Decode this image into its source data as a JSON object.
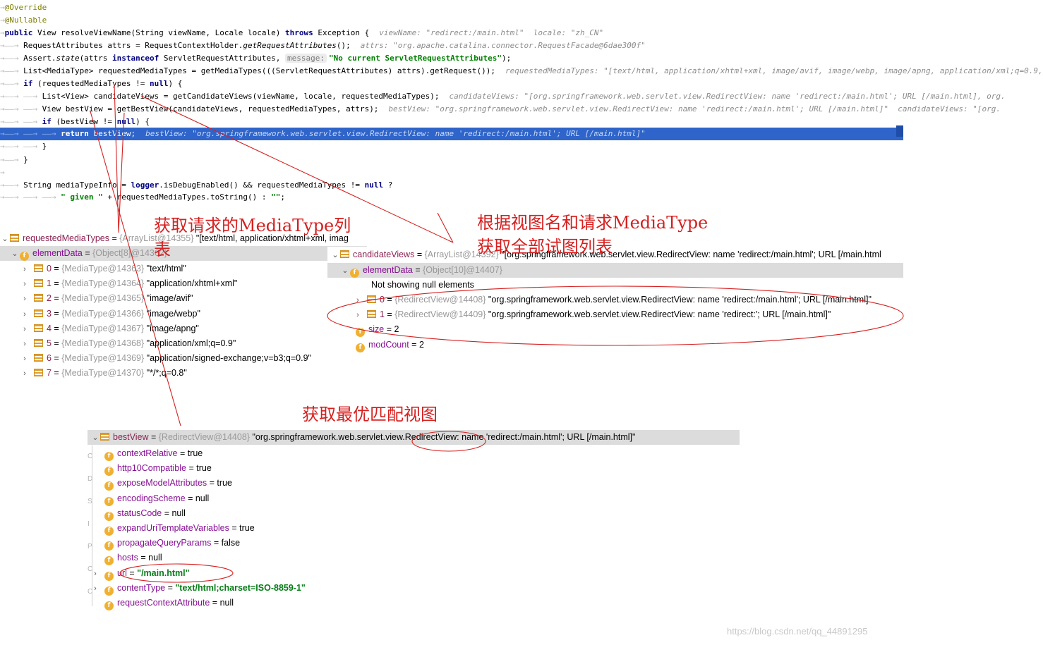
{
  "editor": {
    "lines": [
      [
        {
          "t": "@Override",
          "c": "ann"
        }
      ],
      [
        {
          "t": "@Nullable",
          "c": "ann"
        }
      ],
      [
        {
          "t": "public",
          "c": "kw"
        },
        {
          "t": " View resolveViewName(String viewName, Locale locale) "
        },
        {
          "t": "throws",
          "c": "kw"
        },
        {
          "t": " Exception {"
        },
        {
          "t": "viewName: \"redirect:/main.html\"  locale: \"zh_CN\"",
          "c": "hint"
        }
      ],
      [
        {
          "t": "RequestAttributes attrs = RequestContextHolder."
        },
        {
          "t": "getRequestAttributes",
          "c": "it"
        },
        {
          "t": "();"
        },
        {
          "t": "attrs: \"org.apache.catalina.connector.RequestFacade@6dae300f\"",
          "c": "hint"
        }
      ],
      [
        {
          "t": "Assert."
        },
        {
          "t": "state",
          "c": "it"
        },
        {
          "t": "(attrs "
        },
        {
          "t": "instanceof",
          "c": "kw"
        },
        {
          "t": " ServletRequestAttributes, "
        },
        {
          "t": "message:",
          "c": "pill"
        },
        {
          "t": "\"No current ServletRequestAttributes\"",
          "c": "str"
        },
        {
          "t": ");"
        }
      ],
      [
        {
          "t": "List<MediaType> requestedMediaTypes = getMediaTypes(((ServletRequestAttributes) attrs).getRequest());"
        },
        {
          "t": "requestedMediaTypes: \"[text/html, application/xhtml+xml, image/avif, image/webp, image/apng, application/xml;q=0.9,",
          "c": "hint"
        }
      ],
      [
        {
          "t": "if",
          "c": "kw"
        },
        {
          "t": " (requestedMediaTypes != "
        },
        {
          "t": "null",
          "c": "kw"
        },
        {
          "t": ") {"
        }
      ],
      [
        {
          "t": "List<View> candidateViews = getCandidateViews(viewName, locale, requestedMediaTypes);"
        },
        {
          "t": "candidateViews: \"[org.springframework.web.servlet.view.RedirectView: name 'redirect:/main.html'; URL [/main.html], org.",
          "c": "hint"
        }
      ],
      [
        {
          "t": "View bestView = getBestView(candidateViews, requestedMediaTypes, attrs);"
        },
        {
          "t": "bestView: \"org.springframework.web.servlet.view.RedirectView: name 'redirect:/main.html'; URL [/main.html]\"  candidateViews: \"[org.",
          "c": "hint"
        }
      ],
      [
        {
          "t": "if",
          "c": "kw"
        },
        {
          "t": " (bestView != "
        },
        {
          "t": "null",
          "c": "kw"
        },
        {
          "t": ") {"
        }
      ],
      [
        {
          "t": "return",
          "c": "kw"
        },
        {
          "t": " bestView;"
        },
        {
          "t": "bestView: \"org.springframework.web.servlet.view.RedirectView: name 'redirect:/main.html'; URL [/main.html]\"",
          "c": "hint"
        }
      ],
      [
        {
          "t": "}"
        }
      ],
      [
        {
          "t": "}"
        }
      ],
      [],
      [
        {
          "t": "String mediaTypeInfo = "
        },
        {
          "t": "logger",
          "c": "kw"
        },
        {
          "t": ".isDebugEnabled() && requestedMediaTypes != "
        },
        {
          "t": "null",
          "c": "kw"
        },
        {
          "t": " ?"
        }
      ],
      [
        {
          "t": "\" given \"",
          "c": "str"
        },
        {
          "t": " + requestedMediaTypes.toString() : "
        },
        {
          "t": "\"\"",
          "c": "str"
        },
        {
          "t": ";"
        }
      ]
    ]
  },
  "left_panel": {
    "root": {
      "name": "requestedMediaTypes",
      "type": "{ArrayList@14355}",
      "value": "\"[text/html, application/xhtml+xml, imag"
    },
    "element_data": {
      "name": "elementData",
      "type": "{Object[8]@14362}"
    },
    "items": [
      {
        "index": "0",
        "type": "{MediaType@14363}",
        "value": "\"text/html\""
      },
      {
        "index": "1",
        "type": "{MediaType@14364}",
        "value": "\"application/xhtml+xml\""
      },
      {
        "index": "2",
        "type": "{MediaType@14365}",
        "value": "\"image/avif\""
      },
      {
        "index": "3",
        "type": "{MediaType@14366}",
        "value": "\"image/webp\""
      },
      {
        "index": "4",
        "type": "{MediaType@14367}",
        "value": "\"image/apng\""
      },
      {
        "index": "5",
        "type": "{MediaType@14368}",
        "value": "\"application/xml;q=0.9\""
      },
      {
        "index": "6",
        "type": "{MediaType@14369}",
        "value": "\"application/signed-exchange;v=b3;q=0.9\""
      },
      {
        "index": "7",
        "type": "{MediaType@14370}",
        "value": "\"*/*;q=0.8\""
      }
    ]
  },
  "right_panel": {
    "root": {
      "name": "candidateViews",
      "type": "{ArrayList@14392}",
      "value": "\"[org.springframework.web.servlet.view.RedirectView: name 'redirect:/main.html'; URL [/main.html"
    },
    "element_data": {
      "name": "elementData",
      "type": "{Object[10]@14407}"
    },
    "note": "Not showing null elements",
    "items": [
      {
        "index": "0",
        "type": "{RedirectView@14408}",
        "value": "\"org.springframework.web.servlet.view.RedirectView: name 'redirect:/main.html'; URL [/main.html]\""
      },
      {
        "index": "1",
        "type": "{RedirectView@14409}",
        "value": "\"org.springframework.web.servlet.view.RedirectView: name 'redirect:'; URL [/main.html]\""
      }
    ],
    "size": {
      "name": "size",
      "value": "2"
    },
    "mod_count": {
      "name": "modCount",
      "value": "2"
    }
  },
  "bottom_panel": {
    "root": {
      "name": "bestView",
      "type": "{RedirectView@14408}",
      "value": "\"org.springframework.web.servlet.view.RedirectView: name 'redirect:/main.html'; URL [/main.html]\""
    },
    "fields": [
      {
        "name": "contextRelative",
        "value": "true",
        "expandable": false
      },
      {
        "name": "http10Compatible",
        "value": "true",
        "expandable": false
      },
      {
        "name": "exposeModelAttributes",
        "value": "true",
        "expandable": false
      },
      {
        "name": "encodingScheme",
        "value": "null",
        "expandable": false
      },
      {
        "name": "statusCode",
        "value": "null",
        "expandable": false
      },
      {
        "name": "expandUriTemplateVariables",
        "value": "true",
        "expandable": false
      },
      {
        "name": "propagateQueryParams",
        "value": "false",
        "expandable": false
      },
      {
        "name": "hosts",
        "value": "null",
        "expandable": false
      },
      {
        "name": "url",
        "value": "\"/main.html\"",
        "expandable": true,
        "green": true
      },
      {
        "name": "contentType",
        "value": "\"text/html;charset=ISO-8859-1\"",
        "expandable": true,
        "green": true
      },
      {
        "name": "requestContextAttribute",
        "value": "null",
        "expandable": false
      }
    ],
    "gutter_chars": [
      "C",
      "D",
      "S",
      "I",
      "P",
      "C",
      "C"
    ]
  },
  "annotations": {
    "media_type_list": "获取请求的MediaType列",
    "media_type_list_wrap": "表",
    "candidate_views_line1": "根据视图名和请求MediaType",
    "candidate_views_line2": "获取全部试图列表",
    "best_view": "获取最优匹配视图"
  },
  "icons": {
    "field": "f",
    "list": "list-icon",
    "expand": "chevron-right-icon",
    "collapse": "chevron-down-icon"
  },
  "colors": {
    "highlight": "#2f65ca",
    "annotation": "#d62020",
    "keyword": "#000080",
    "string": "#067d17"
  },
  "watermark": "https://blog.csdn.net/qq_44891295"
}
